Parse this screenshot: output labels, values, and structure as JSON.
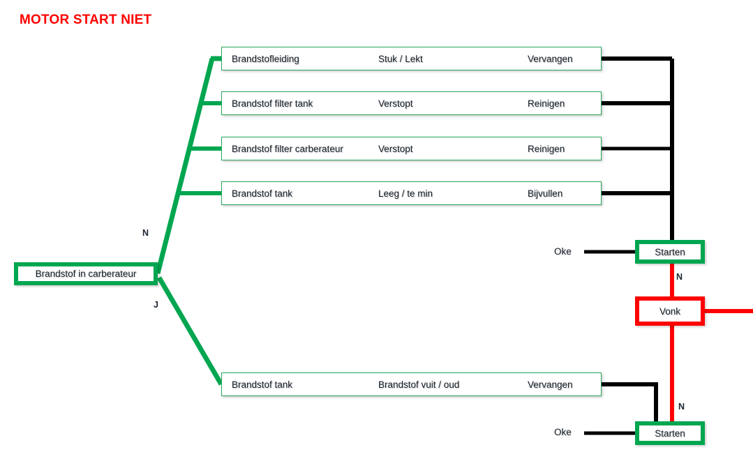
{
  "title": "MOTOR START NIET",
  "colors": {
    "title_red": "#ff0000",
    "branch_green": "#00a650",
    "box_green": "#26a65b",
    "wire_black": "#000000",
    "wire_red": "#ff0000"
  },
  "root": {
    "label": "Brandstof in carberateur"
  },
  "branch_labels": {
    "upper": "N",
    "lower": "J",
    "vonk_branch": "N",
    "bottom_branch": "N"
  },
  "fault_rows_upper": [
    {
      "component": "Brandstofleiding",
      "symptom": "Stuk / Lekt",
      "action": "Vervangen"
    },
    {
      "component": "Brandstof filter tank",
      "symptom": "Verstopt",
      "action": "Reinigen"
    },
    {
      "component": "Brandstof filter carberateur",
      "symptom": "Verstopt",
      "action": "Reinigen"
    },
    {
      "component": "Brandstof tank",
      "symptom": "Leeg / te min",
      "action": "Bijvullen"
    }
  ],
  "fault_rows_lower": [
    {
      "component": "Brandstof tank",
      "symptom": "Brandstof vuit / oud",
      "action": "Vervangen"
    }
  ],
  "outcomes": {
    "starten_top": "Starten",
    "starten_bottom": "Starten",
    "vonk": "Vonk",
    "oke_top": "Oke",
    "oke_bottom": "Oke"
  }
}
